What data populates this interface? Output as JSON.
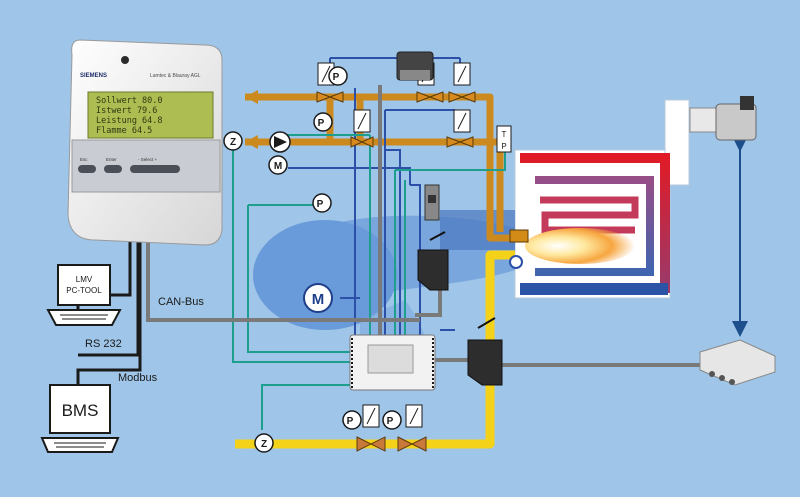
{
  "display_unit": {
    "brand": "SIEMENS",
    "model": "Lamtec & Blauray AGL",
    "screen_lines": [
      "Sollwert  80.0",
      "Istwert   79.6",
      "Leistung  64.8",
      "Flamme    64.5"
    ],
    "buttons": [
      "Esc",
      "Enter",
      "- Select +"
    ]
  },
  "laptop": {
    "screen_label_line1": "LMV",
    "screen_label_line2": "PC-TOOL"
  },
  "bms": {
    "screen_label": "BMS"
  },
  "connections": {
    "can_bus": "CAN-Bus",
    "rs232": "RS 232",
    "modbus": "Modbus"
  },
  "symbols": {
    "motor": "M",
    "impulse": "Z",
    "pressure": "P",
    "p_hot": "P",
    "p_gas": "P",
    "p_air": "P",
    "p_min": "P",
    "p_max": "P",
    "temp_t": "T",
    "temp_p": "P"
  },
  "colors": {
    "background": "#9fc5e8",
    "oil": "#cc8a1e",
    "gas": "#f5d21a",
    "control_blue": "#2c4fa8",
    "control_teal": "#1e9e8c",
    "bus_gray": "#7a7a7a",
    "boiler_red": "#d9222e",
    "boiler_blue": "#2b54a6"
  }
}
